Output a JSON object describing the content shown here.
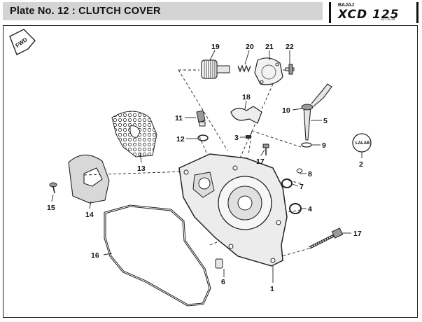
{
  "header": {
    "plate_title": "Plate No. 12  : CLUTCH COVER",
    "brand": "BAJAJ",
    "model": "XCD 125",
    "model_sub": "DTS-Si"
  },
  "fwd_badge": "FWD",
  "lalab_label": "LALAB",
  "part_labels": {
    "p1": "1",
    "p2": "2",
    "p3": "3",
    "p4": "4",
    "p5": "5",
    "p6": "6",
    "p7": "7",
    "p8": "8",
    "p9": "9",
    "p10": "10",
    "p11": "11",
    "p12": "12",
    "p13": "13",
    "p14": "14",
    "p15": "15",
    "p16": "16",
    "p17a": "17",
    "p17b": "17",
    "p18": "18",
    "p19": "19",
    "p20": "20",
    "p21": "21",
    "p22": "22"
  },
  "colors": {
    "header_bg": "#d4d4d4",
    "line": "#222222",
    "part_fill": "#e6e6e6",
    "part_dark": "#9a9a9a"
  }
}
